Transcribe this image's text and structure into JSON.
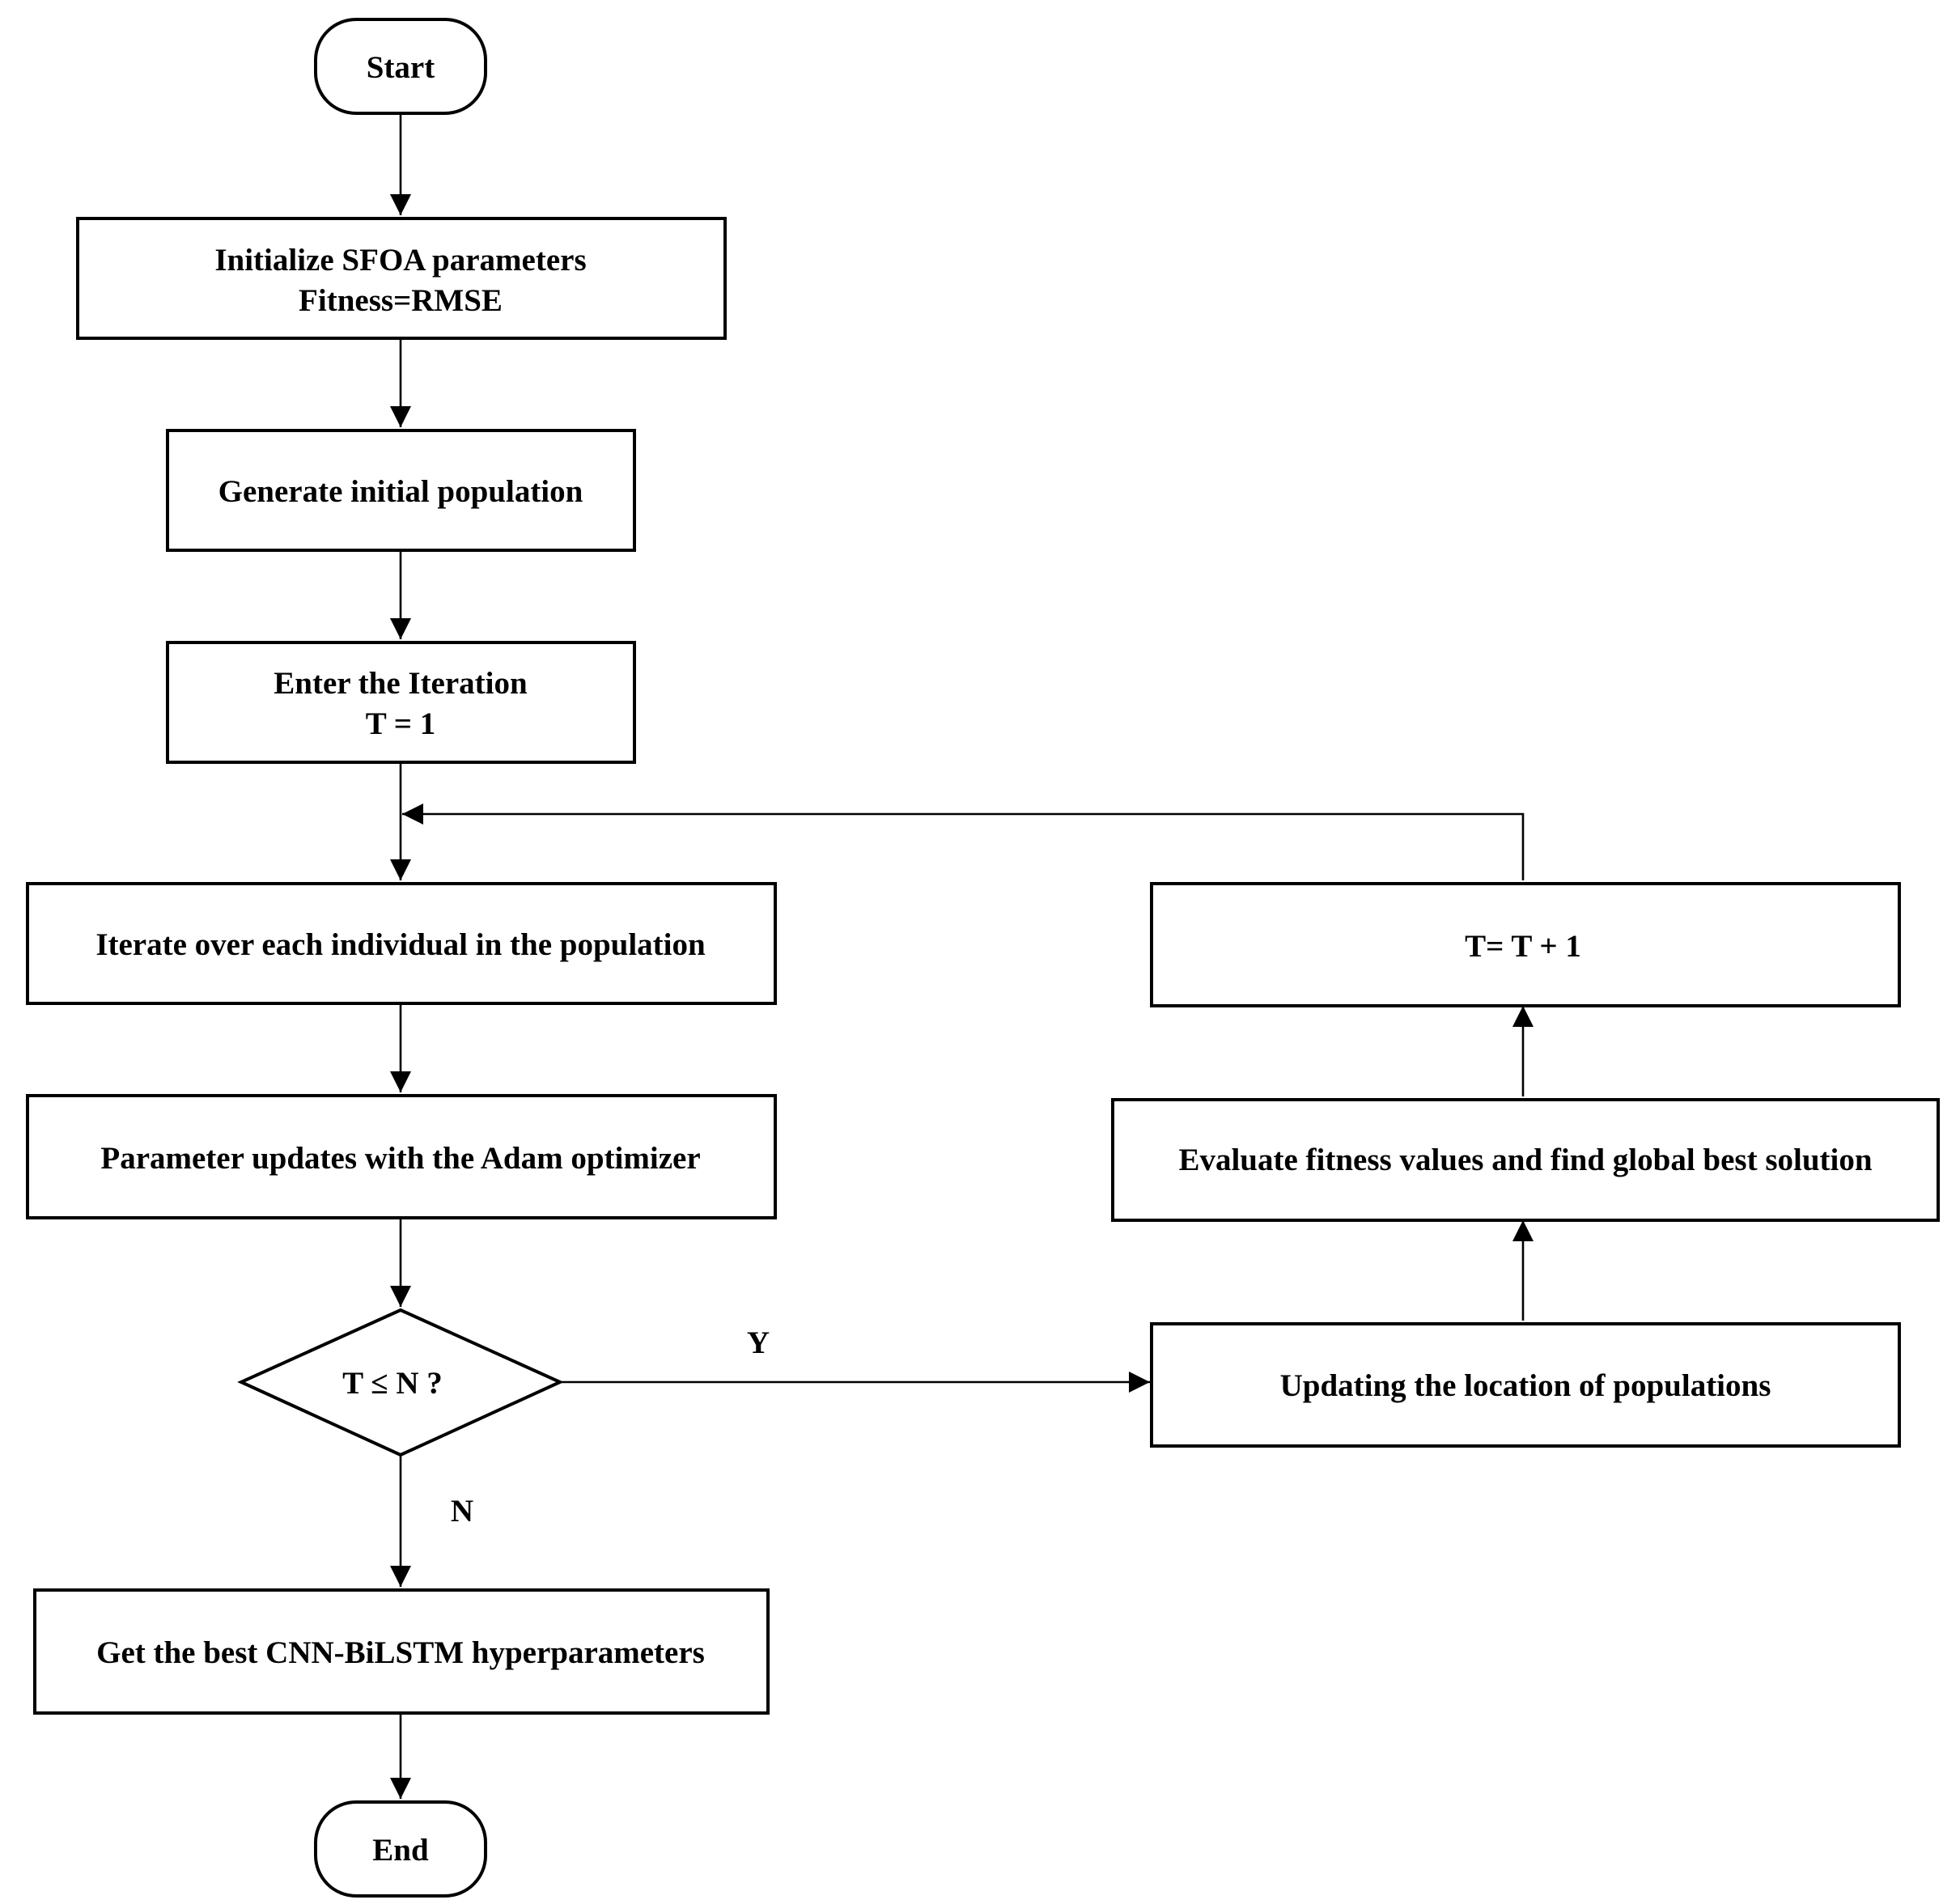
{
  "diagram": {
    "type": "flowchart",
    "nodes": {
      "start": {
        "shape": "terminal",
        "lines": [
          "Start"
        ]
      },
      "init": {
        "shape": "process",
        "lines": [
          "Initialize SFOA parameters",
          "Fitness=RMSE"
        ]
      },
      "generate": {
        "shape": "process",
        "lines": [
          "Generate initial population"
        ]
      },
      "enter": {
        "shape": "process",
        "lines": [
          "Enter the Iteration",
          "T = 1"
        ]
      },
      "iterate": {
        "shape": "process",
        "lines": [
          "Iterate over each individual in the population"
        ]
      },
      "adam": {
        "shape": "process",
        "lines": [
          "Parameter updates with the Adam optimizer"
        ]
      },
      "decision": {
        "shape": "decision",
        "lines": [
          "T ≤ N ?"
        ]
      },
      "best": {
        "shape": "process",
        "lines": [
          "Get the best CNN-BiLSTM hyperparameters"
        ]
      },
      "end": {
        "shape": "terminal",
        "lines": [
          "End"
        ]
      },
      "update": {
        "shape": "process",
        "lines": [
          "Updating the location of populations"
        ]
      },
      "evaluate": {
        "shape": "process",
        "lines": [
          "Evaluate fitness values and find global best solution"
        ]
      },
      "increment": {
        "shape": "process",
        "lines": [
          "T= T + 1"
        ]
      }
    },
    "edges": [
      {
        "from": "start",
        "to": "init"
      },
      {
        "from": "init",
        "to": "generate"
      },
      {
        "from": "generate",
        "to": "enter"
      },
      {
        "from": "enter",
        "to": "iterate"
      },
      {
        "from": "iterate",
        "to": "adam"
      },
      {
        "from": "adam",
        "to": "decision"
      },
      {
        "from": "decision",
        "to": "update",
        "label": "Y"
      },
      {
        "from": "decision",
        "to": "best",
        "label": "N"
      },
      {
        "from": "best",
        "to": "end"
      },
      {
        "from": "update",
        "to": "evaluate"
      },
      {
        "from": "evaluate",
        "to": "increment"
      },
      {
        "from": "increment",
        "to": "iterate",
        "note": "loop back"
      }
    ]
  }
}
